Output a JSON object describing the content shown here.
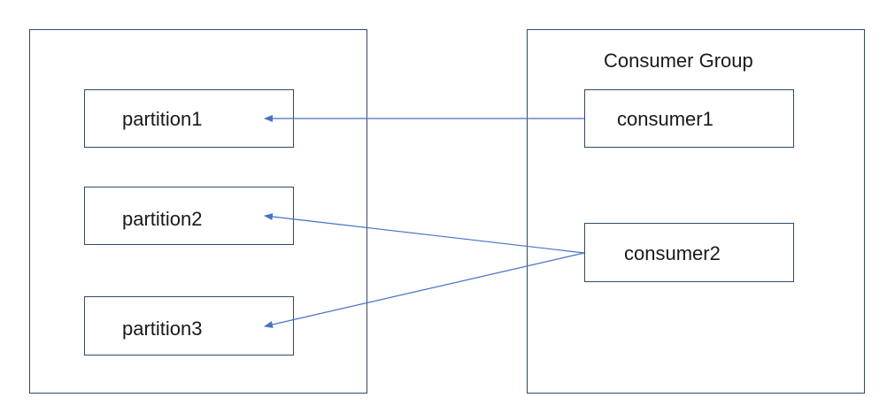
{
  "colors": {
    "border": "#2f4a72",
    "arrow": "#4472c4",
    "text": "#1a1a1a"
  },
  "topic": {
    "partitions": [
      {
        "label": "partition1"
      },
      {
        "label": "partition2"
      },
      {
        "label": "partition3"
      }
    ]
  },
  "consumer_group": {
    "title": "Consumer Group",
    "consumers": [
      {
        "label": "consumer1"
      },
      {
        "label": "consumer2"
      }
    ]
  },
  "edges": [
    {
      "from": "consumer1",
      "to": "partition1"
    },
    {
      "from": "consumer2",
      "to": "partition2"
    },
    {
      "from": "consumer2",
      "to": "partition3"
    }
  ]
}
